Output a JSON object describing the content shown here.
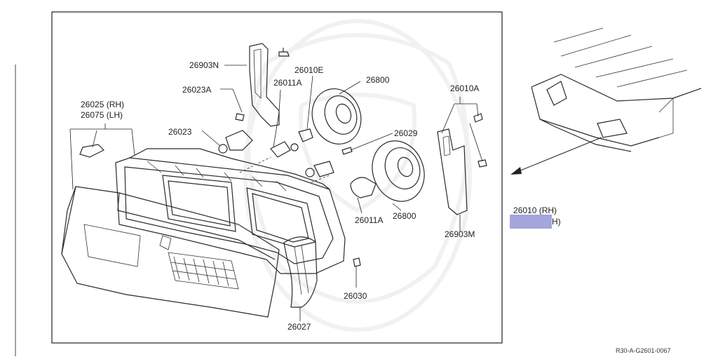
{
  "diagram": {
    "labels": {
      "p26903N": "26903N",
      "p26023A": "26023A",
      "p26011A_top": "26011A",
      "p26010E": "26010E",
      "p26800_top": "26800",
      "p26025": "26025 (RH)",
      "p26075": "26075 (LH)",
      "p26023": "26023",
      "p26029": "26029",
      "p26011A_bottom": "26011A",
      "p26800_bottom": "26800",
      "p26010A": "26010A",
      "p26903M": "26903M",
      "p26030": "26030",
      "p26027": "26027",
      "p26010_rh": "26010 (RH)",
      "p26010_lh_suffix": "H)"
    },
    "highlight_color": "#a3a5dc",
    "footer_code": "R30-A-G2601-0067",
    "watermark_icon": "dragon-emblem-watermark"
  }
}
